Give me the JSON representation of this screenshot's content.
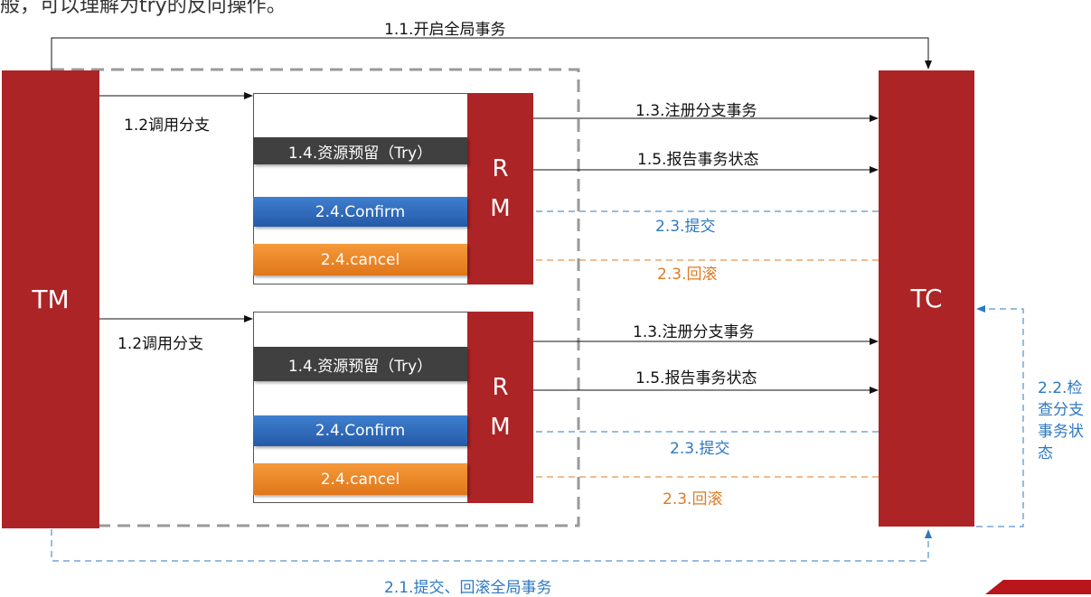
{
  "top_text": "般，可以理解为try的反向操作。",
  "tm": "TM",
  "tc": "TC",
  "rm": [
    "R",
    "M"
  ],
  "labels": {
    "begin_global": "1.1.开启全局事务",
    "call_branch": "1.2调用分支",
    "register_branch": "1.3.注册分支事务",
    "report_status": "1.5.报告事务状态",
    "commit": "2.3.提交",
    "rollback": "2.3.回滚",
    "check_status": "2.2.检查分支事务状态",
    "global_commit_rollback": "2.1.提交、回滚全局事务"
  },
  "bars": {
    "try": "1.4.资源预留（Try）",
    "confirm": "2.4.Confirm",
    "cancel": "2.4.cancel"
  },
  "colors": {
    "red": "#ac2426",
    "blue": "#2e78c2",
    "orange": "#e07a22",
    "dark": "#404040"
  }
}
